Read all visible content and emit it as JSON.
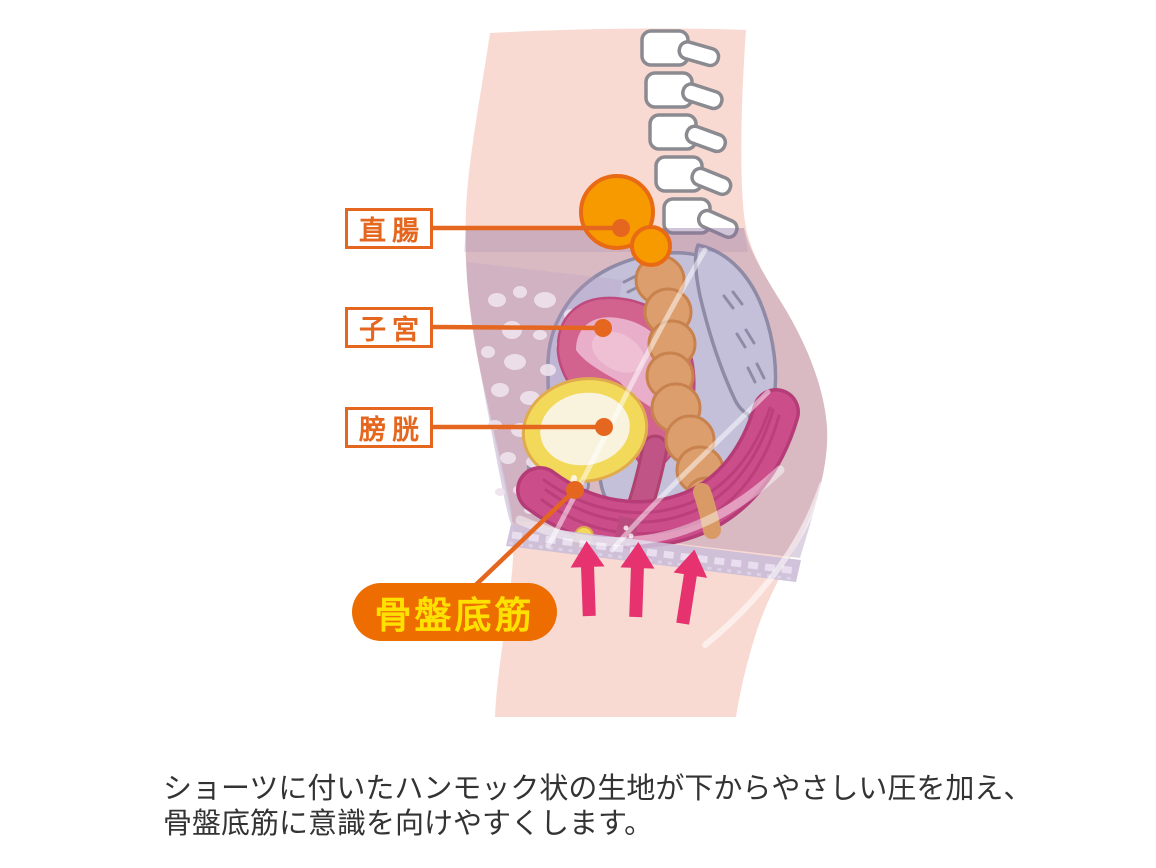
{
  "diagram": {
    "title_hint": "pelvic-anatomy-side-view",
    "labels": {
      "rectum": "直腸",
      "uterus": "子宮",
      "bladder": "膀胱",
      "pelvic_floor": "骨盤底筋"
    },
    "caption_line1": "ショーツに付いたハンモック状の生地が下からやさしい圧を加え、",
    "caption_line2": "骨盤底筋に意識を向けやすくします。",
    "arrows": {
      "count": 3,
      "direction": "up"
    },
    "colors": {
      "label_orange": "#e5671f",
      "pill_orange": "#ed6d00",
      "pill_text_yellow": "#ffe100",
      "arrow_pink": "#e6326e",
      "skin_pink": "#f9dad2",
      "underwear_purple": "#8e6fa3",
      "bone_blue": "#dce2f3",
      "bone_outline_gray": "#9096a8",
      "rectum_tan": "#dd9e6e",
      "sigmoid_orange": "#f69a00",
      "uterus_pink": "#d2638f",
      "bladder_yellow": "#f2d95a",
      "muscle_magenta": "#cb4e8b",
      "caption_text": "#333333"
    }
  }
}
